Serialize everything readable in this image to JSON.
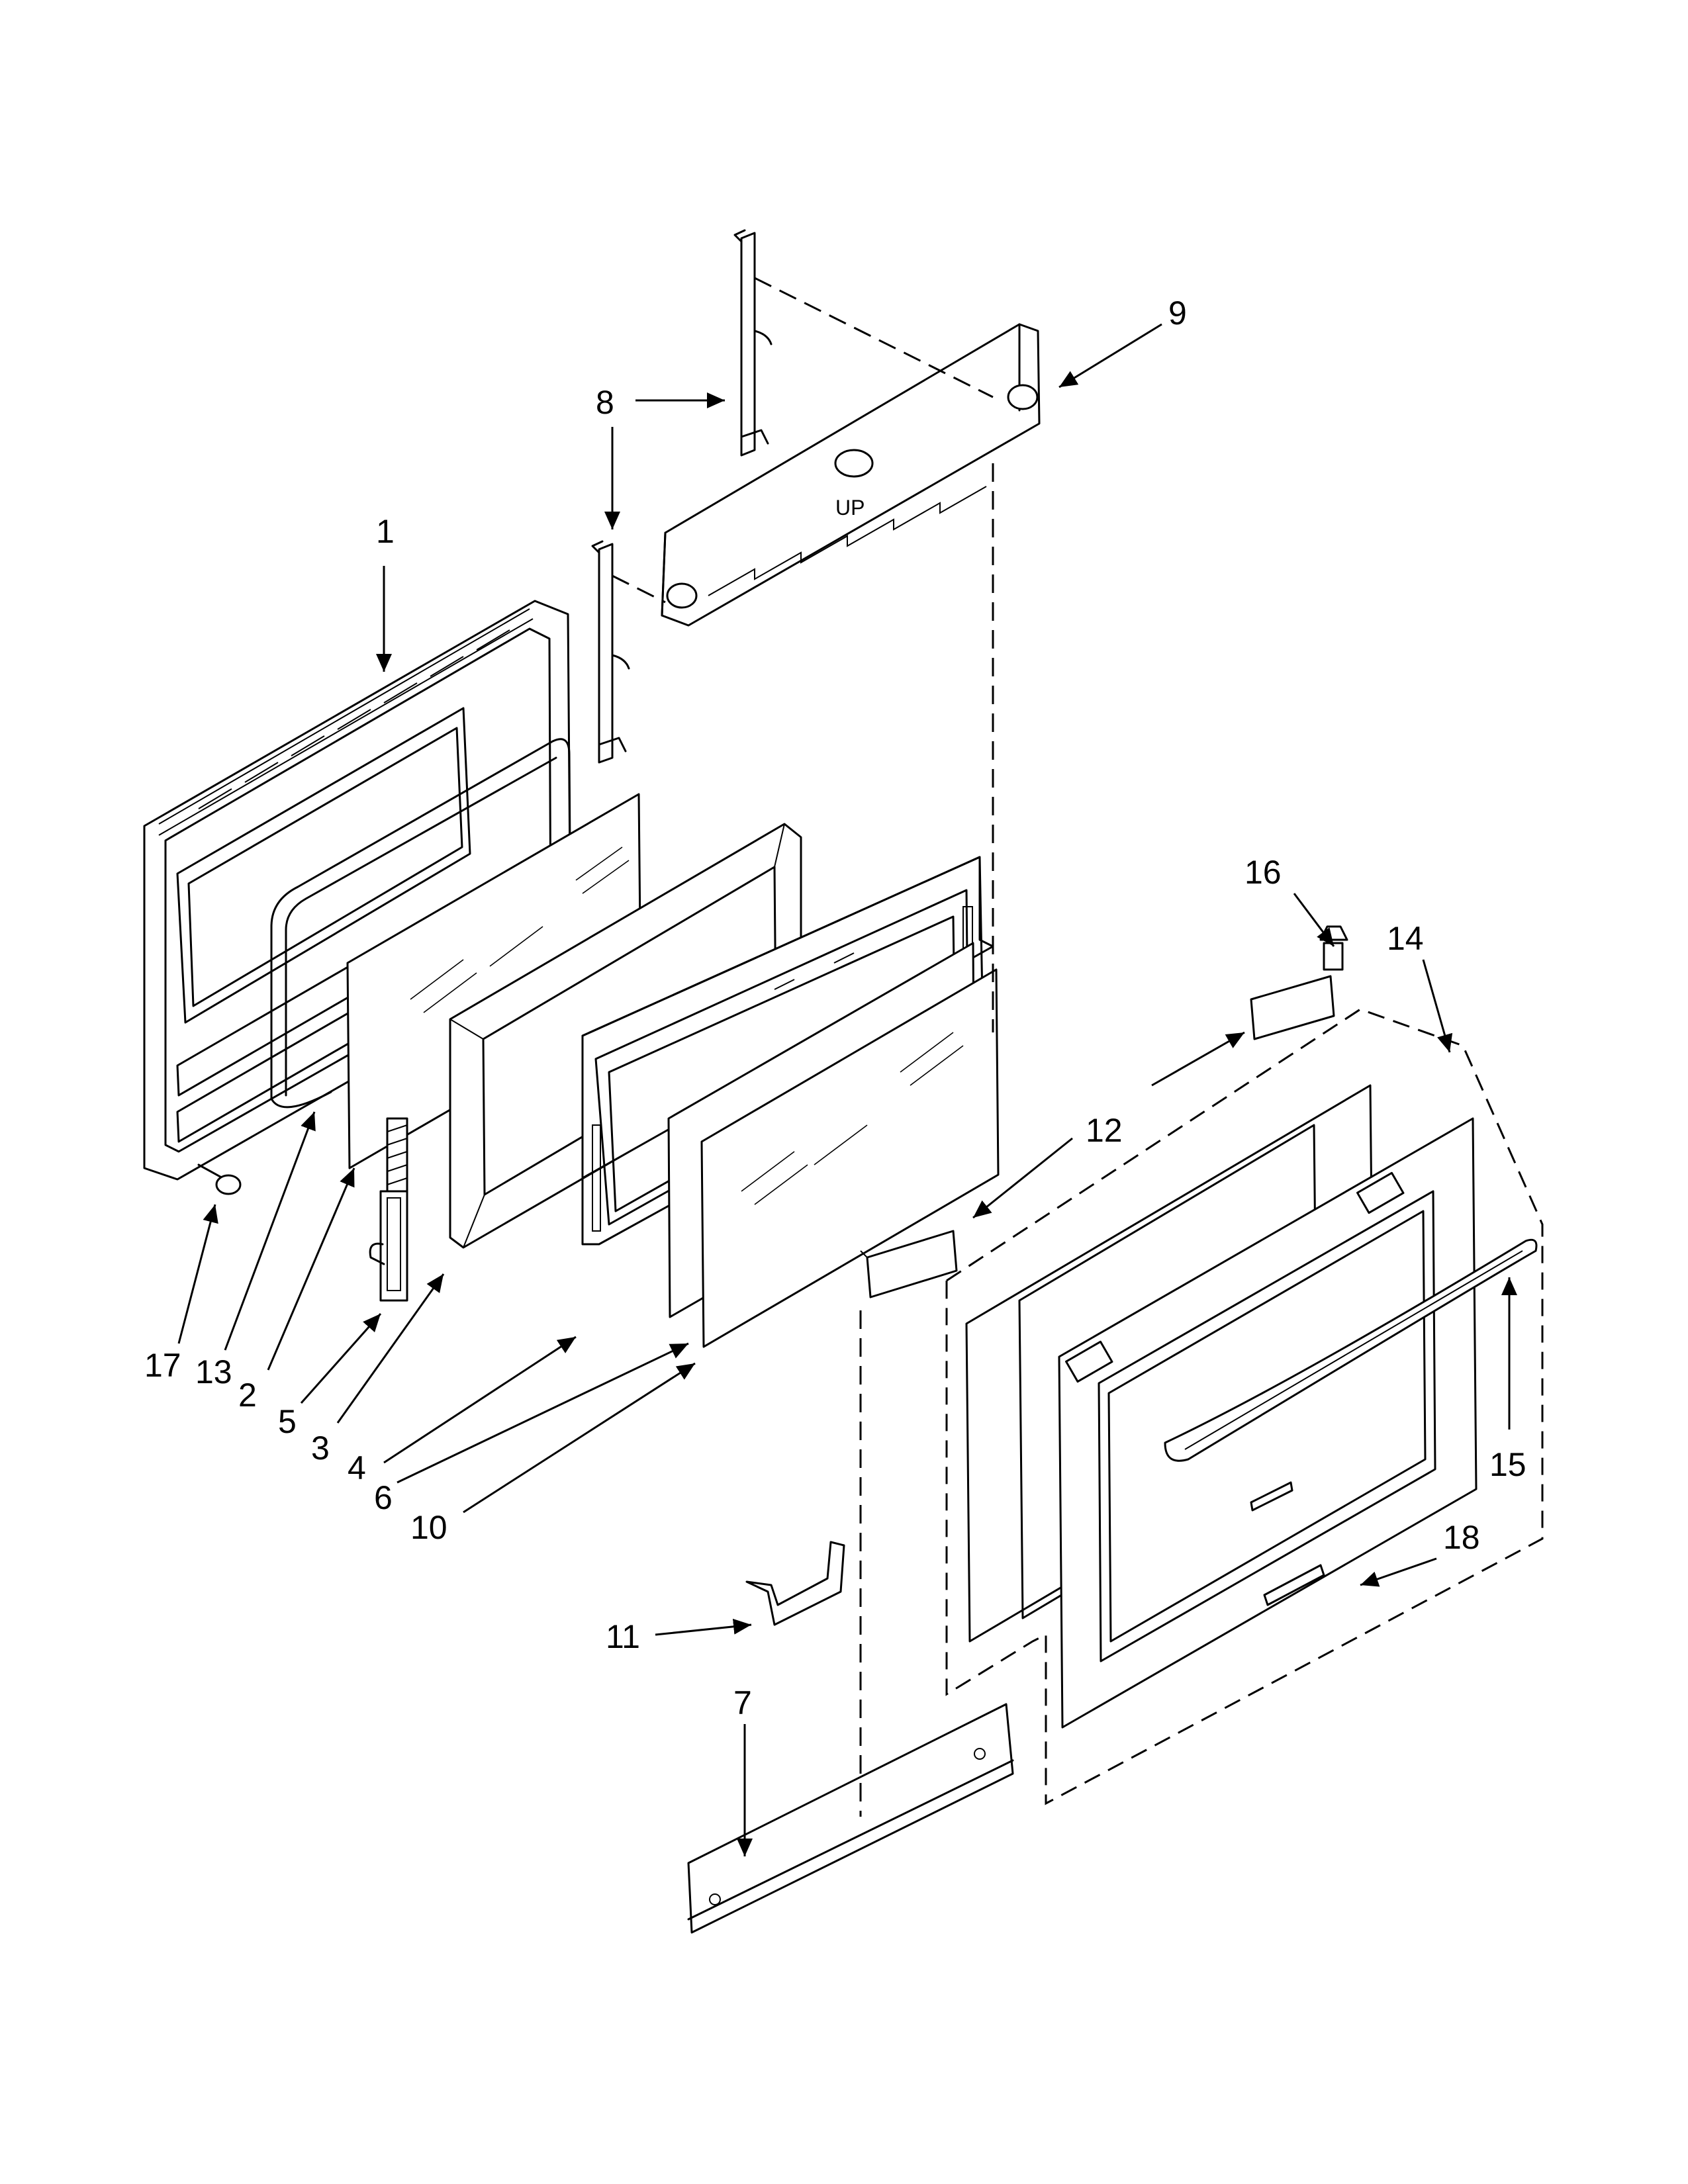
{
  "diagram": {
    "callouts": [
      {
        "id": "1",
        "label": "1"
      },
      {
        "id": "2",
        "label": "2"
      },
      {
        "id": "3",
        "label": "3"
      },
      {
        "id": "4",
        "label": "4"
      },
      {
        "id": "5",
        "label": "5"
      },
      {
        "id": "6",
        "label": "6"
      },
      {
        "id": "7",
        "label": "7"
      },
      {
        "id": "8",
        "label": "8"
      },
      {
        "id": "9",
        "label": "9"
      },
      {
        "id": "10",
        "label": "10"
      },
      {
        "id": "11",
        "label": "11"
      },
      {
        "id": "12",
        "label": "12"
      },
      {
        "id": "13",
        "label": "13"
      },
      {
        "id": "14",
        "label": "14"
      },
      {
        "id": "15",
        "label": "15"
      },
      {
        "id": "16",
        "label": "16"
      },
      {
        "id": "17",
        "label": "17"
      },
      {
        "id": "18",
        "label": "18"
      }
    ],
    "panel_marking": "UP"
  }
}
